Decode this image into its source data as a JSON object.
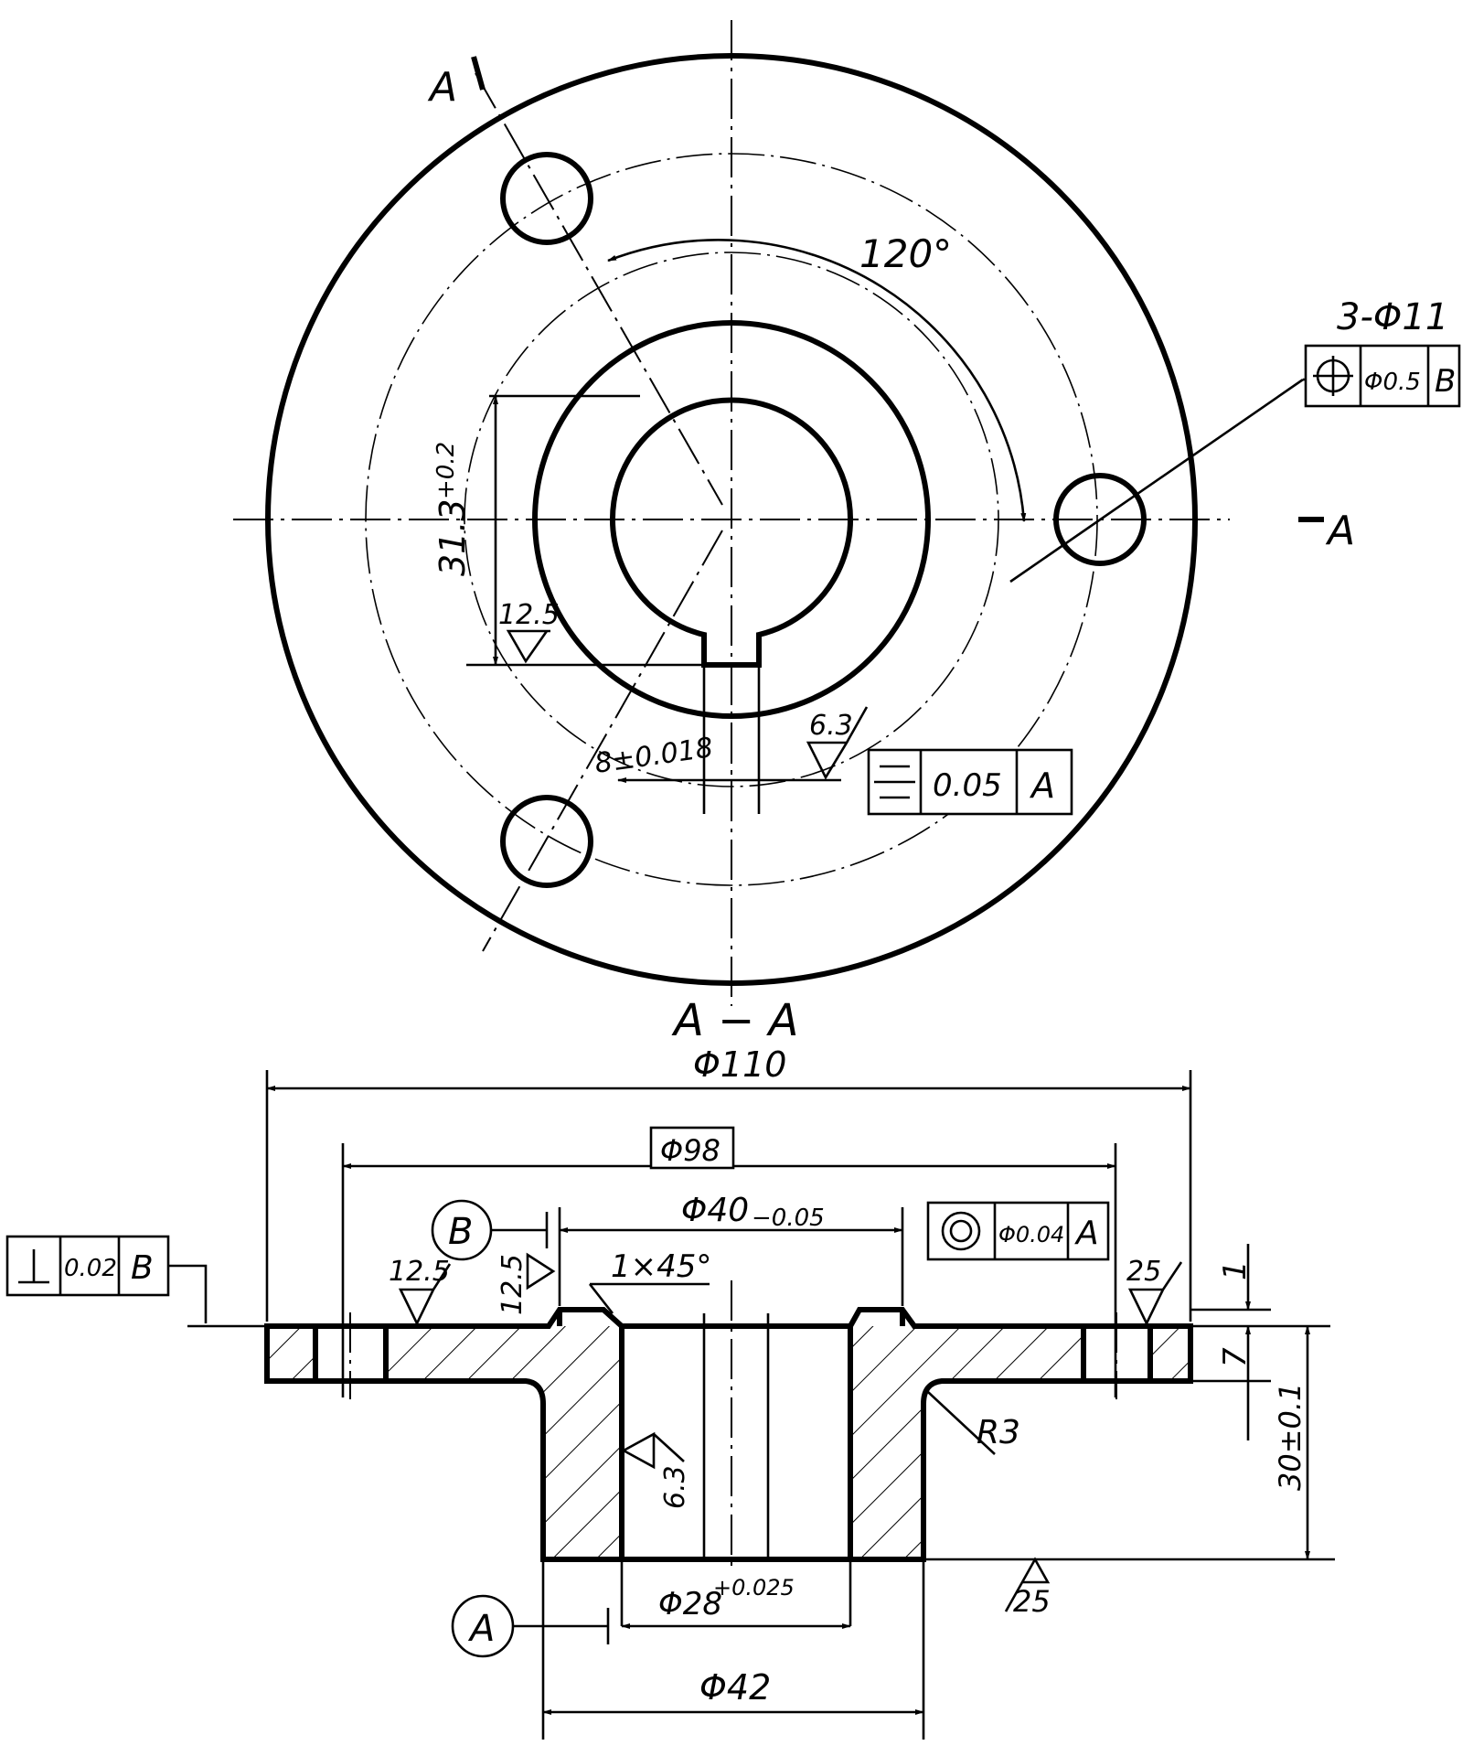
{
  "top_view": {
    "section_mark_upper": "A",
    "section_mark_right": "A",
    "angle": "120°",
    "holes_note": "3-Φ11",
    "hole_position_tol": {
      "value": "Φ0.5",
      "datum": "B"
    },
    "keyway_height": "31.3",
    "keyway_height_tol": "+0.2",
    "keyway_roughness": "12.5",
    "key_width": "8±0.018",
    "key_roughness": "6.3",
    "symmetry_tol": {
      "value": "0.05",
      "datum": "A"
    }
  },
  "section_view": {
    "title": "A − A",
    "dia_outer": "Φ110",
    "dia_pitch": "Φ98",
    "dia_spigot": "Φ40",
    "dia_spigot_tol": "−0.05",
    "concentricity_tol": {
      "value": "Φ0.04",
      "datum": "A"
    },
    "perpendicularity_tol": {
      "value": "0.02",
      "datum": "B"
    },
    "datum_b": "B",
    "datum_a": "A",
    "chamfer": "1×45°",
    "roughness_left": "12.5",
    "roughness_spigot": "12.5",
    "roughness_right": "25",
    "roughness_bore": "6.3",
    "roughness_bottom": "25",
    "radius": "R3",
    "step": "1",
    "flange_thickness": "7",
    "total_height": "30±0.1",
    "dia_bore": "Φ28",
    "dia_bore_tol": "+0.025",
    "dia_hub": "Φ42"
  }
}
